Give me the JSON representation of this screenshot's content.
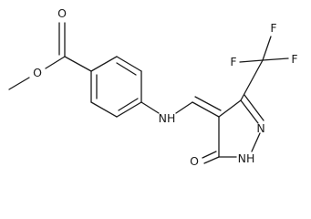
{
  "molecule": {
    "atoms": {
      "ester_o_single": "O",
      "ester_o_carbonyl": "O",
      "amine": "NH",
      "ring_n": "N",
      "ring_nh": "NH",
      "ketone_o": "O",
      "f_left": "F",
      "f_top": "F",
      "f_right": "F"
    }
  }
}
